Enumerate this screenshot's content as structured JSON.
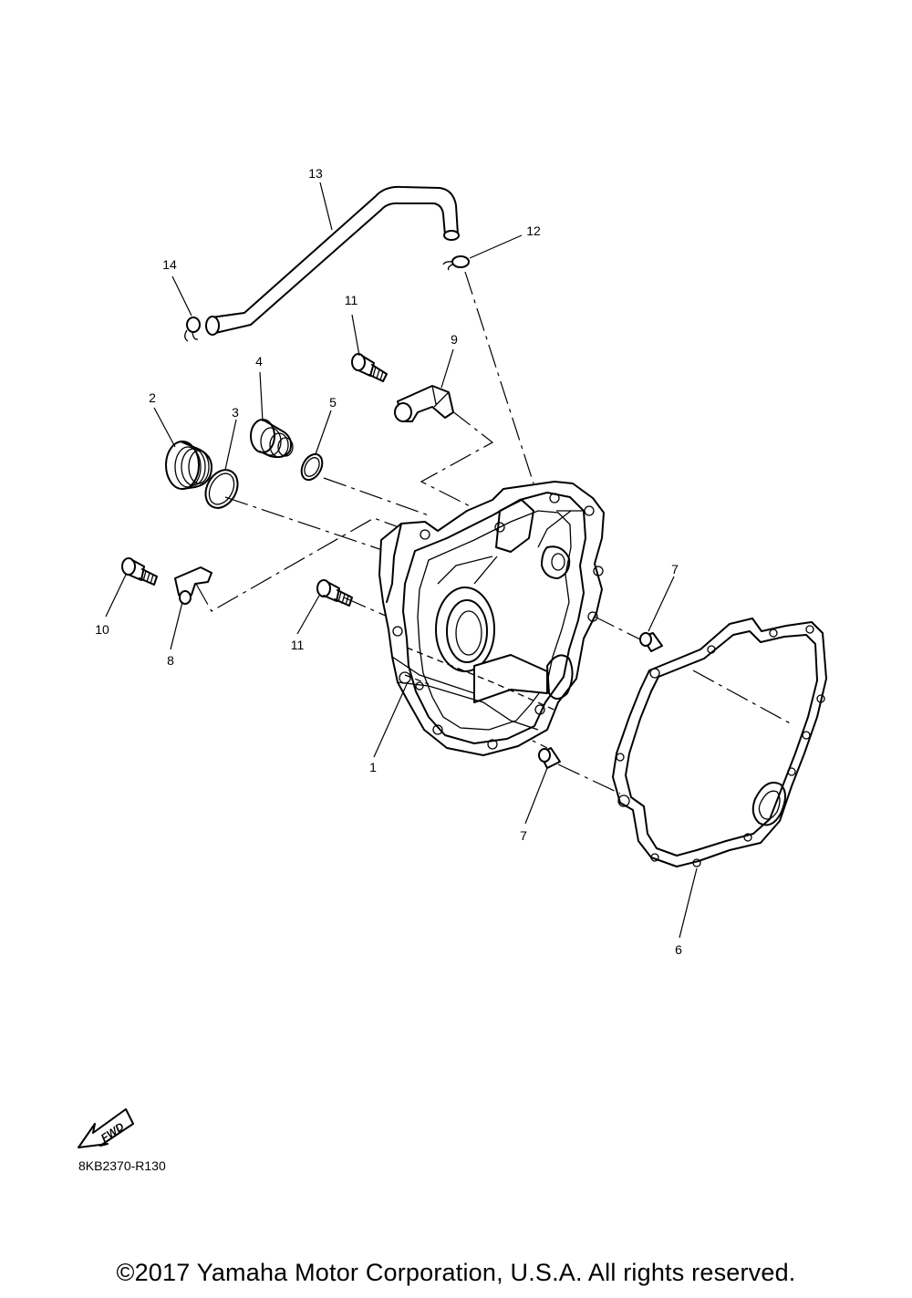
{
  "callouts": [
    {
      "id": "c1",
      "label": "1"
    },
    {
      "id": "c2",
      "label": "2"
    },
    {
      "id": "c3",
      "label": "3"
    },
    {
      "id": "c4",
      "label": "4"
    },
    {
      "id": "c5",
      "label": "5"
    },
    {
      "id": "c6",
      "label": "6"
    },
    {
      "id": "c7a",
      "label": "7"
    },
    {
      "id": "c7b",
      "label": "7"
    },
    {
      "id": "c8",
      "label": "8"
    },
    {
      "id": "c9",
      "label": "9"
    },
    {
      "id": "c10",
      "label": "10"
    },
    {
      "id": "c11a",
      "label": "11"
    },
    {
      "id": "c11b",
      "label": "11"
    },
    {
      "id": "c12",
      "label": "12"
    },
    {
      "id": "c13",
      "label": "13"
    },
    {
      "id": "c14",
      "label": "14"
    }
  ],
  "fwd_badge": "FWD",
  "drawing_code": "8KB2370-R130",
  "copyright": "©2017 Yamaha Motor Corporation, U.S.A. All rights reserved."
}
